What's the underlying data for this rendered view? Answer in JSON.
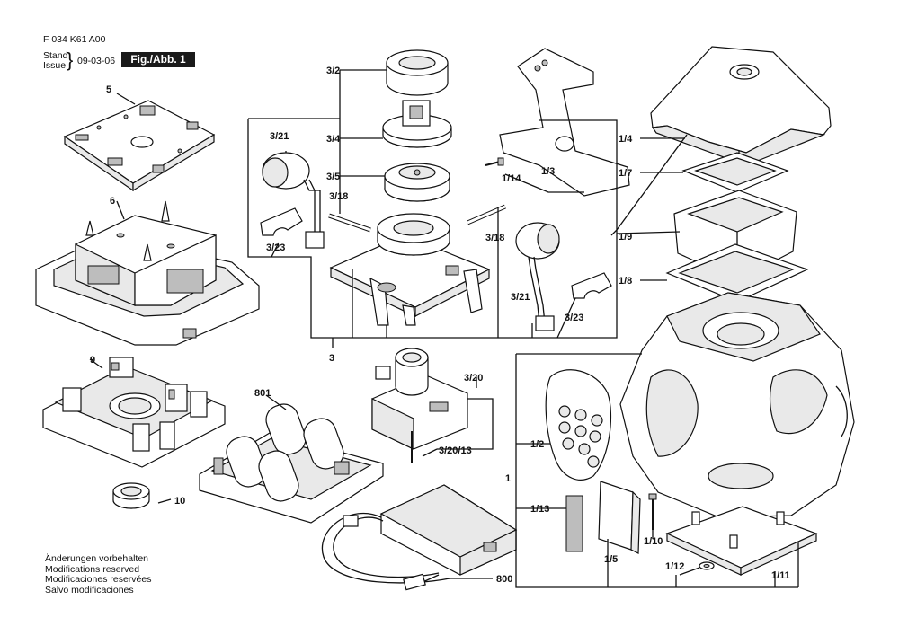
{
  "header": {
    "doc_number": "F 034 K61 A00",
    "stand_label": "Stand",
    "issue_label": "Issue",
    "brace": "}",
    "date": "09-03-06",
    "figure": "Fig./Abb. 1"
  },
  "parts": {
    "p5": "5",
    "p6": "6",
    "p9": "9",
    "p10": "10",
    "p801": "801",
    "p3_2": "3/2",
    "p3_4": "3/4",
    "p3_5": "3/5",
    "p3_21a": "3/21",
    "p3_18a": "3/18",
    "p3_23a": "3/23",
    "p3_18b": "3/18",
    "p3_21b": "3/21",
    "p3_23b": "3/23",
    "p3": "3",
    "p3_20": "3/20",
    "p3_20_13": "3/20/13",
    "p800": "800",
    "p1_3": "1/3",
    "p1_14": "1/14",
    "p1_4": "1/4",
    "p1_7": "1/7",
    "p1_9": "1/9",
    "p1_8": "1/8",
    "p1_2": "1/2",
    "p1": "1",
    "p1_13": "1/13",
    "p1_5": "1/5",
    "p1_10": "1/10",
    "p1_12": "1/12",
    "p1_11": "1/11"
  },
  "notes": [
    "Änderungen vorbehalten",
    "Modifications reserved",
    "Modificaciones reservées",
    "Salvo modificaciones"
  ]
}
